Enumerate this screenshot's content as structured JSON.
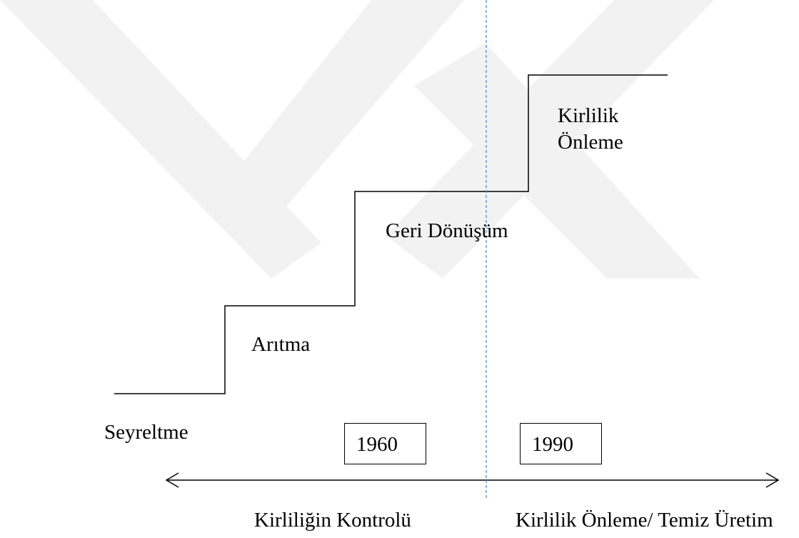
{
  "stages": {
    "seyreltme": "Seyreltme",
    "aritma": "Arıtma",
    "geri_donusum": "Geri Dönüşüm",
    "kirlilik_onleme_line1": "Kirlilik",
    "kirlilik_onleme_line2": "Önleme"
  },
  "years": {
    "left": "1960",
    "right": "1990"
  },
  "eras": {
    "left": "Kirliliğin Kontrolü",
    "right": "Kirlilik Önleme/ Temiz Üretim"
  },
  "colors": {
    "line": "#000000",
    "divider": "#4a90c8",
    "watermark": "#f2f2f2"
  }
}
